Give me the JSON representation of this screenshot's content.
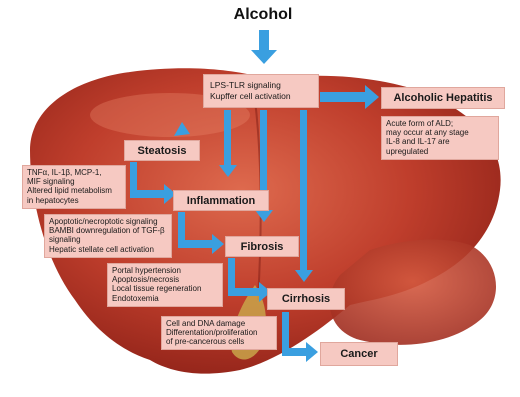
{
  "title": "Alcohol",
  "nodes": {
    "lps": [
      "LPS-TLR signaling",
      "Kupffer cell activation"
    ],
    "alcoholic_hepatitis": "Alcoholic Hepatitis",
    "hepatitis_note": [
      "Acute form of ALD;",
      "may occur at any stage",
      "IL-8 and IL-17 are",
      "upregulated"
    ],
    "steatosis": "Steatosis",
    "steatosis_note": [
      "TNFα, IL-1β, MCP-1,",
      "MIF signaling",
      "Altered lipid metabolism",
      "in hepatocytes"
    ],
    "inflammation": "Inflammation",
    "inflammation_note": [
      "Apoptotic/necroptotic signaling",
      "BAMBI downregulation of TGF-β",
      "signaling",
      "Hepatic stellate cell activation"
    ],
    "fibrosis": "Fibrosis",
    "fibrosis_note": [
      "Portal hypertension",
      "Apoptosis/necrosis",
      "Local tissue regeneration",
      "Endotoxemia"
    ],
    "cirrhosis": "Cirrhosis",
    "cirrhosis_note": [
      "Cell and DNA damage",
      "Differentation/proliferation",
      "of pre-cancerous cells"
    ],
    "cancer": "Cancer"
  },
  "colors": {
    "liver": "#b8372a",
    "liver_light": "#d4573f",
    "arrow": "#3a9fe0",
    "box_fill": "#f6c9c2"
  }
}
